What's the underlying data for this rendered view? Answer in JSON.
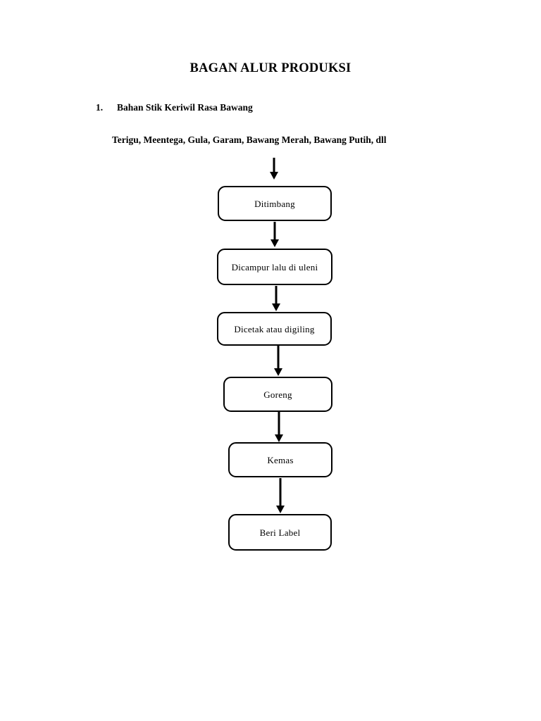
{
  "document": {
    "title": "BAGAN ALUR PRODUKSI",
    "section": {
      "number": "1.",
      "heading": "Bahan Stik Keriwil Rasa Bawang",
      "ingredients": "Terigu, Meentega, Gula, Garam, Bawang Merah, Bawang Putih, dll"
    }
  },
  "flowchart": {
    "colors": {
      "stroke": "#000000",
      "fill": "#ffffff",
      "text": "#000000"
    },
    "steps": [
      {
        "id": "ditimbang",
        "label": "Ditimbang"
      },
      {
        "id": "dicampur",
        "label": "Dicampur lalu di uleni"
      },
      {
        "id": "dicetak",
        "label": "Dicetak atau digiling"
      },
      {
        "id": "goreng",
        "label": "Goreng"
      },
      {
        "id": "kemas",
        "label": "Kemas"
      },
      {
        "id": "beri-label",
        "label": "Beri Label"
      }
    ],
    "connectors": [
      {
        "id": "arrow-ingredients-to-ditimbang",
        "name": "down-arrow-icon"
      },
      {
        "id": "arrow-ditimbang-to-dicampur",
        "name": "down-arrow-icon"
      },
      {
        "id": "arrow-dicampur-to-dicetak",
        "name": "down-arrow-icon"
      },
      {
        "id": "arrow-dicetak-to-goreng",
        "name": "down-arrow-icon"
      },
      {
        "id": "arrow-goreng-to-kemas",
        "name": "down-arrow-icon"
      },
      {
        "id": "arrow-kemas-to-beri-label",
        "name": "down-arrow-icon"
      }
    ]
  }
}
